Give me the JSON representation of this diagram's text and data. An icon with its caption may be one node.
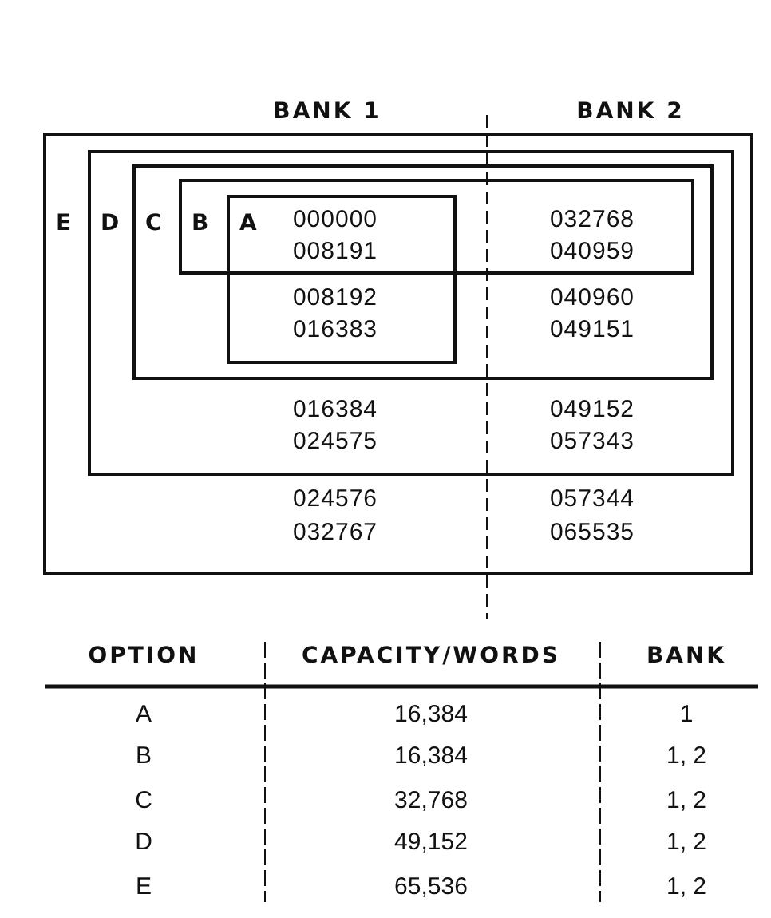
{
  "diagram": {
    "nodes": [
      {
        "text": [
          "E"
        ]
      },
      {
        "text": [
          "D"
        ],
        "in": 0
      },
      {
        "text": [
          "C"
        ],
        "in": 1
      },
      {
        "text": [
          "B"
        ],
        "in": 2
      },
      {
        "text": [
          "A"
        ],
        "in": 2
      }
    ],
    "labels": [
      "BANK 1",
      "BANK 2",
      "000000",
      "032768",
      "008191",
      "040959",
      "008192",
      "040960",
      "016383",
      "049151",
      "016384",
      "049152",
      "024575",
      "057343",
      "024576",
      "057344",
      "032767",
      "065535",
      "OPTION",
      "CAPACITY/WORDS",
      "BANK",
      "A",
      "16,384",
      "1",
      "B",
      "16,384",
      "1, 2",
      "C",
      "32,768",
      "1, 2",
      "D",
      "49,152",
      "1, 2",
      "E",
      "65,536",
      "1, 2"
    ]
  }
}
